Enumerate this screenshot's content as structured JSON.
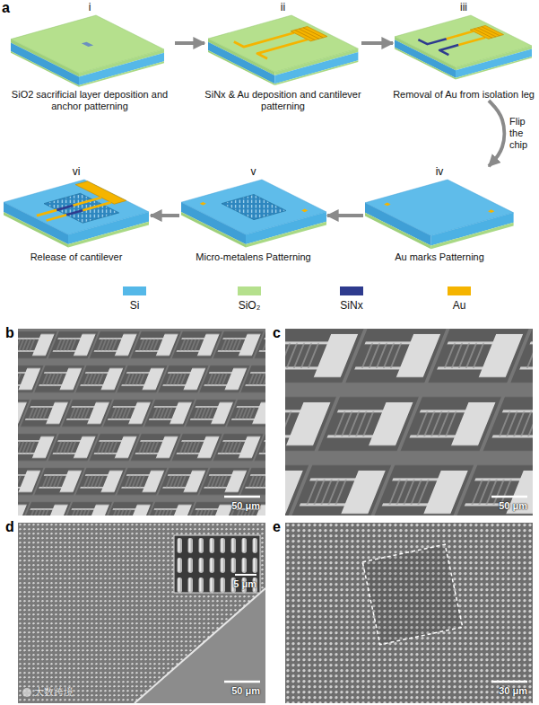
{
  "diagram": {
    "nodes": [
      {
        "text": [
          "a"
        ]
      },
      {
        "text": [
          "i",
          "SiO2 sacrificial layer deposition and anchor patterning"
        ],
        "in": 0
      },
      {
        "text": [
          "ii",
          "SiNx & Au deposition and cantilever patterning"
        ],
        "in": 0
      },
      {
        "text": [
          "iii",
          "Removal of Au from isolation leg"
        ],
        "in": 0
      },
      {
        "text": [
          "iv",
          "Au marks Patterning"
        ],
        "in": 0
      },
      {
        "text": [
          "v",
          "Micro-metalens Patterning"
        ],
        "in": 0
      },
      {
        "text": [
          "vi",
          "Release of cantilever"
        ],
        "in": 0
      },
      {
        "text": [
          "b",
          "50 μm"
        ]
      },
      {
        "text": [
          "c",
          "50 μm"
        ]
      },
      {
        "text": [
          "d",
          "50 μm"
        ]
      },
      {
        "text": [
          "5 μm"
        ],
        "in": 9
      },
      {
        "text": [
          "e",
          "30 μm"
        ]
      }
    ],
    "edges": [
      {
        "from": 1,
        "to": 2,
        "arrow": "to"
      },
      {
        "from": 2,
        "to": 3,
        "arrow": "to"
      },
      {
        "from": 3,
        "to": 4,
        "label": "Flip the chip",
        "arrow": "to"
      },
      {
        "from": 4,
        "to": 5,
        "arrow": "to"
      },
      {
        "from": 5,
        "to": 6,
        "arrow": "to"
      }
    ],
    "labels": [
      "大数跨境"
    ],
    "legend": [
      {
        "text": "Si",
        "color": "#55b8e8"
      },
      {
        "text": "SiO₂",
        "color": "#b5e08d"
      },
      {
        "text": "SiNx",
        "color": "#2e3b8e"
      },
      {
        "text": "Au",
        "color": "#f5b400"
      }
    ]
  }
}
